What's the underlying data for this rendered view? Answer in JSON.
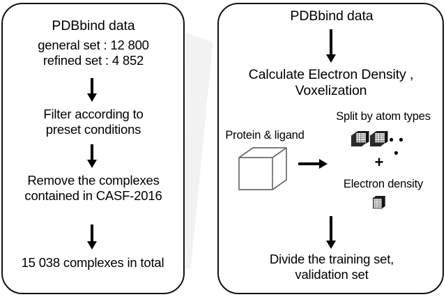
{
  "figure": {
    "name": "pdbbind-data-preparation-flowchart",
    "colors": {
      "stroke": "#111111",
      "connector_wedge": "#f2f2f2",
      "cube_stroke": "#666666",
      "voxel_dark": "#2b2b2b",
      "background": "#ffffff"
    }
  },
  "left_panel": {
    "title": "PDBbind data",
    "counts": "general set : 12 800\nrefined set  : 4 852",
    "step_filter": "Filter according to\npreset conditions",
    "step_remove": "Remove the complexes\ncontained in CASF-2016",
    "total": "15 038 complexes in total",
    "arrows": [
      {
        "name": "arrow-title-to-filter",
        "direction": "down"
      },
      {
        "name": "arrow-filter-to-remove",
        "direction": "down"
      },
      {
        "name": "arrow-remove-to-total",
        "direction": "down"
      }
    ]
  },
  "right_panel": {
    "title": "PDBbind data",
    "calculate": "Calculate Electron Density ,\nVoxelization",
    "protein_ligand_label": "Protein & ligand",
    "split_label": "Split by atom types",
    "electron_density_label": "Electron density",
    "plus": "+",
    "ellipsis": "• • •",
    "divide": "Divide the training set,\nvalidation set",
    "arrows": [
      {
        "name": "arrow-title-to-calculate",
        "direction": "down"
      },
      {
        "name": "arrow-protein-to-split",
        "direction": "right"
      },
      {
        "name": "arrow-voxels-to-divide",
        "direction": "down"
      }
    ],
    "icons": [
      {
        "name": "cube-protein-ligand",
        "type": "wireframe-cube"
      },
      {
        "name": "voxel-atom-type-1",
        "type": "voxel-grid-cube"
      },
      {
        "name": "voxel-atom-type-2",
        "type": "voxel-grid-cube"
      },
      {
        "name": "voxel-electron-density",
        "type": "voxel-grid-cube"
      }
    ]
  }
}
